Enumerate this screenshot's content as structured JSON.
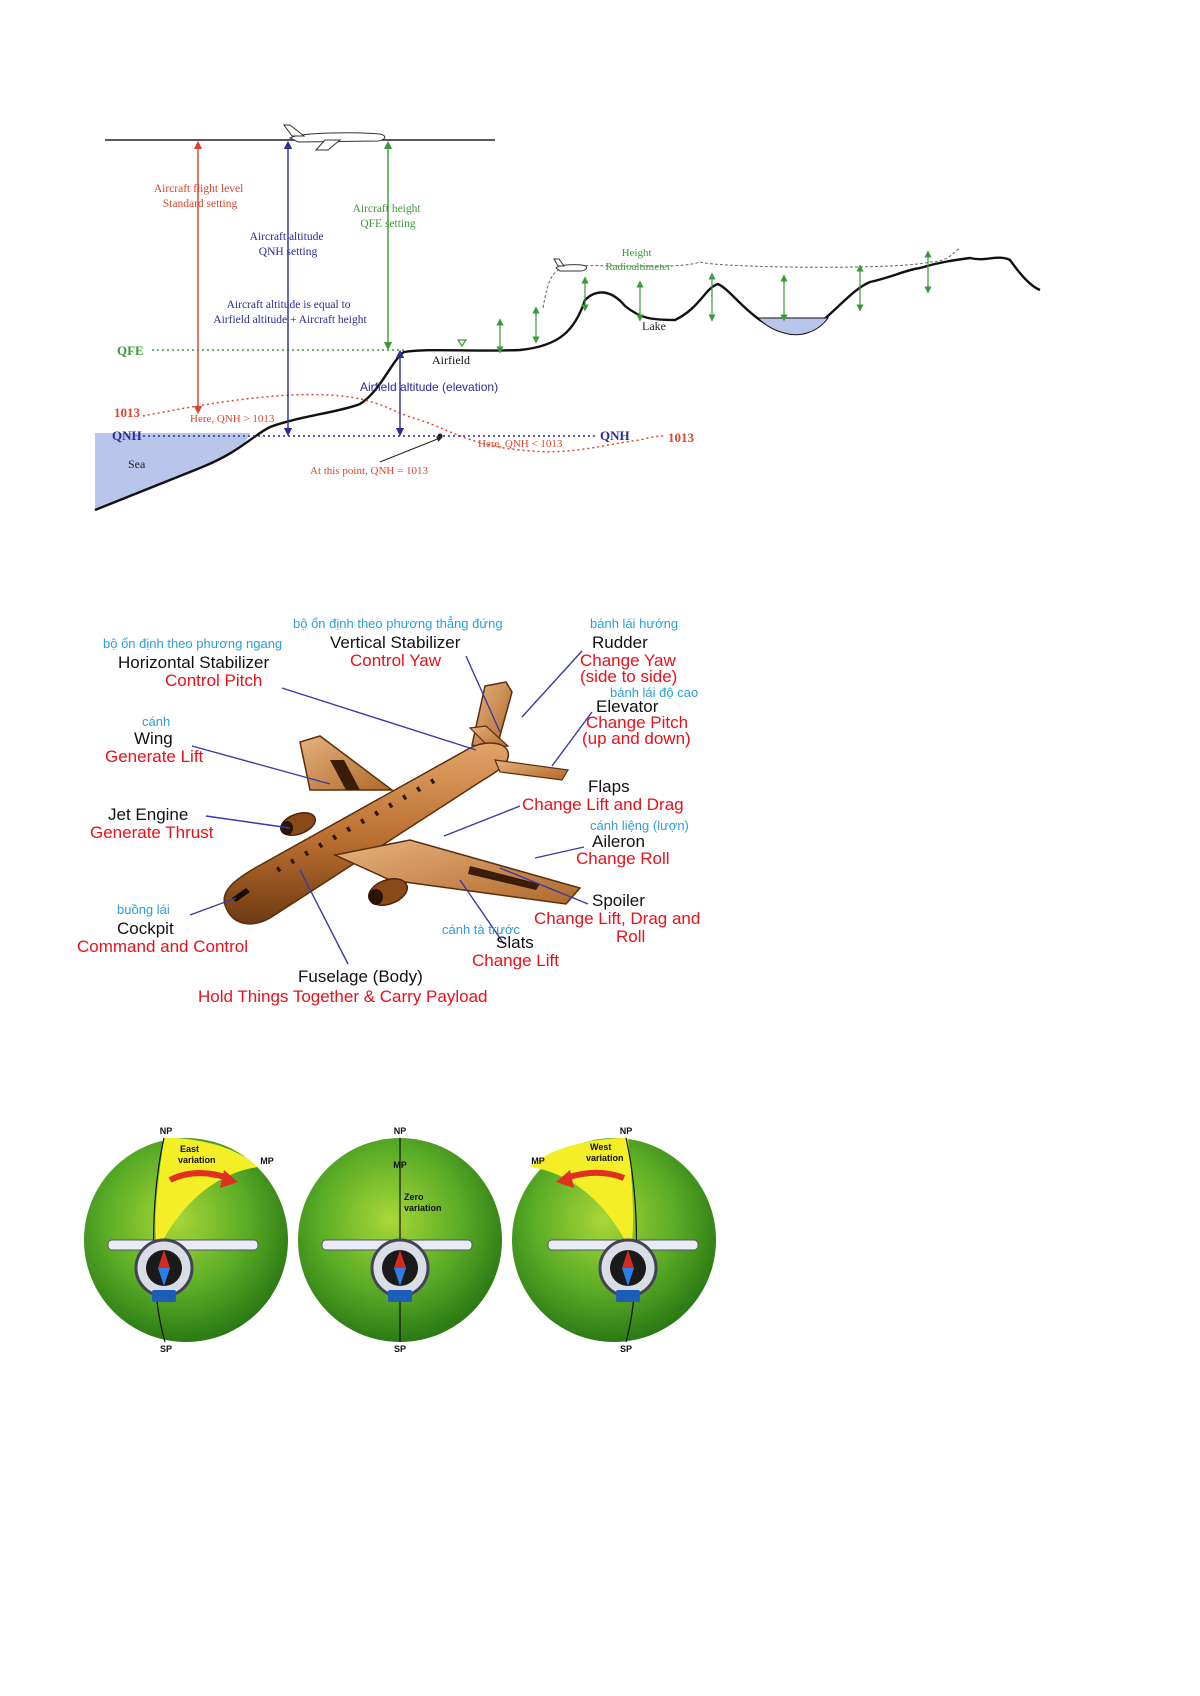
{
  "altimetry": {
    "flight_level": [
      "Aircraft flight level",
      "Standard setting"
    ],
    "altitude_qnh": [
      "Aircraft altitude",
      "QNH setting"
    ],
    "height_qfe": [
      "Aircraft height",
      "QFE setting"
    ],
    "equal_note": [
      "Aircraft altitude is equal to",
      "Airfield altitude + Aircraft height"
    ],
    "qfe_label": "QFE",
    "airfield": "Airfield",
    "airfield_elevation": "Airfield altitude (elevation)",
    "std_label": "1013",
    "std_label_right": "1013",
    "qnh_gt": "Here, QNH > 1013",
    "qnh_label_left": "QNH",
    "qnh_label_right": "QNH",
    "qnh_lt": "Here, QNH < 1013",
    "sea": "Sea",
    "qnh_eq": "At this point, QNH = 1013",
    "radio_height": [
      "Height",
      "Radioaltimeter"
    ],
    "lake": "Lake",
    "colors": {
      "red": "#d9452e",
      "blue": "#2b2b9a",
      "green": "#3a9a3a",
      "sea": "#b8c6ec"
    }
  },
  "airplane": {
    "horizontal_stabilizer": {
      "vi": "bộ ổn định theo phương ngang",
      "name": "Horizontal Stabilizer",
      "function": "Control Pitch"
    },
    "vertical_stabilizer": {
      "vi": "bộ ổn định theo phương thẳng đứng",
      "name": "Vertical Stabilizer",
      "function": "Control Yaw"
    },
    "rudder": {
      "vi": "bánh lái hướng",
      "name": "Rudder",
      "function": [
        "Change Yaw",
        "(side to side)"
      ]
    },
    "elevator": {
      "vi": "bánh lái độ cao",
      "name": "Elevator",
      "function": [
        "Change Pitch",
        "(up and down)"
      ]
    },
    "wing": {
      "vi": "cánh",
      "name": "Wing",
      "function": "Generate Lift"
    },
    "flaps": {
      "name": "Flaps",
      "function": "Change Lift and Drag"
    },
    "aileron": {
      "vi": "cánh liệng (lượn)",
      "name": "Aileron",
      "function": "Change Roll"
    },
    "jet_engine": {
      "name": "Jet Engine",
      "function": "Generate Thrust"
    },
    "spoiler": {
      "name": "Spoiler",
      "function": [
        "Change Lift, Drag and",
        "Roll"
      ]
    },
    "cockpit": {
      "vi": "buồng lái",
      "name": "Cockpit",
      "function": "Command and Control"
    },
    "slats": {
      "vi": "cánh tà trước",
      "name": "Slats",
      "function": "Change Lift"
    },
    "fuselage": {
      "name": "Fuselage (Body)",
      "function": "Hold Things Together & Carry Payload"
    },
    "colors": {
      "body": "#b86d2e",
      "label": "#e8111a",
      "vi": "#2a9fd8"
    }
  },
  "variation": {
    "globes": [
      {
        "np": "NP",
        "mp": "MP",
        "sp": "SP",
        "text": [
          "East",
          "variation"
        ]
      },
      {
        "np": "NP",
        "mp": "MP",
        "sp": "SP",
        "text": [
          "Zero",
          "variation"
        ]
      },
      {
        "np": "NP",
        "mp": "MP",
        "sp": "SP",
        "text": [
          "West",
          "variation"
        ]
      }
    ],
    "colors": {
      "globe": "#4fa323",
      "sector": "#f4ee27",
      "arrow": "#e0301e"
    }
  }
}
